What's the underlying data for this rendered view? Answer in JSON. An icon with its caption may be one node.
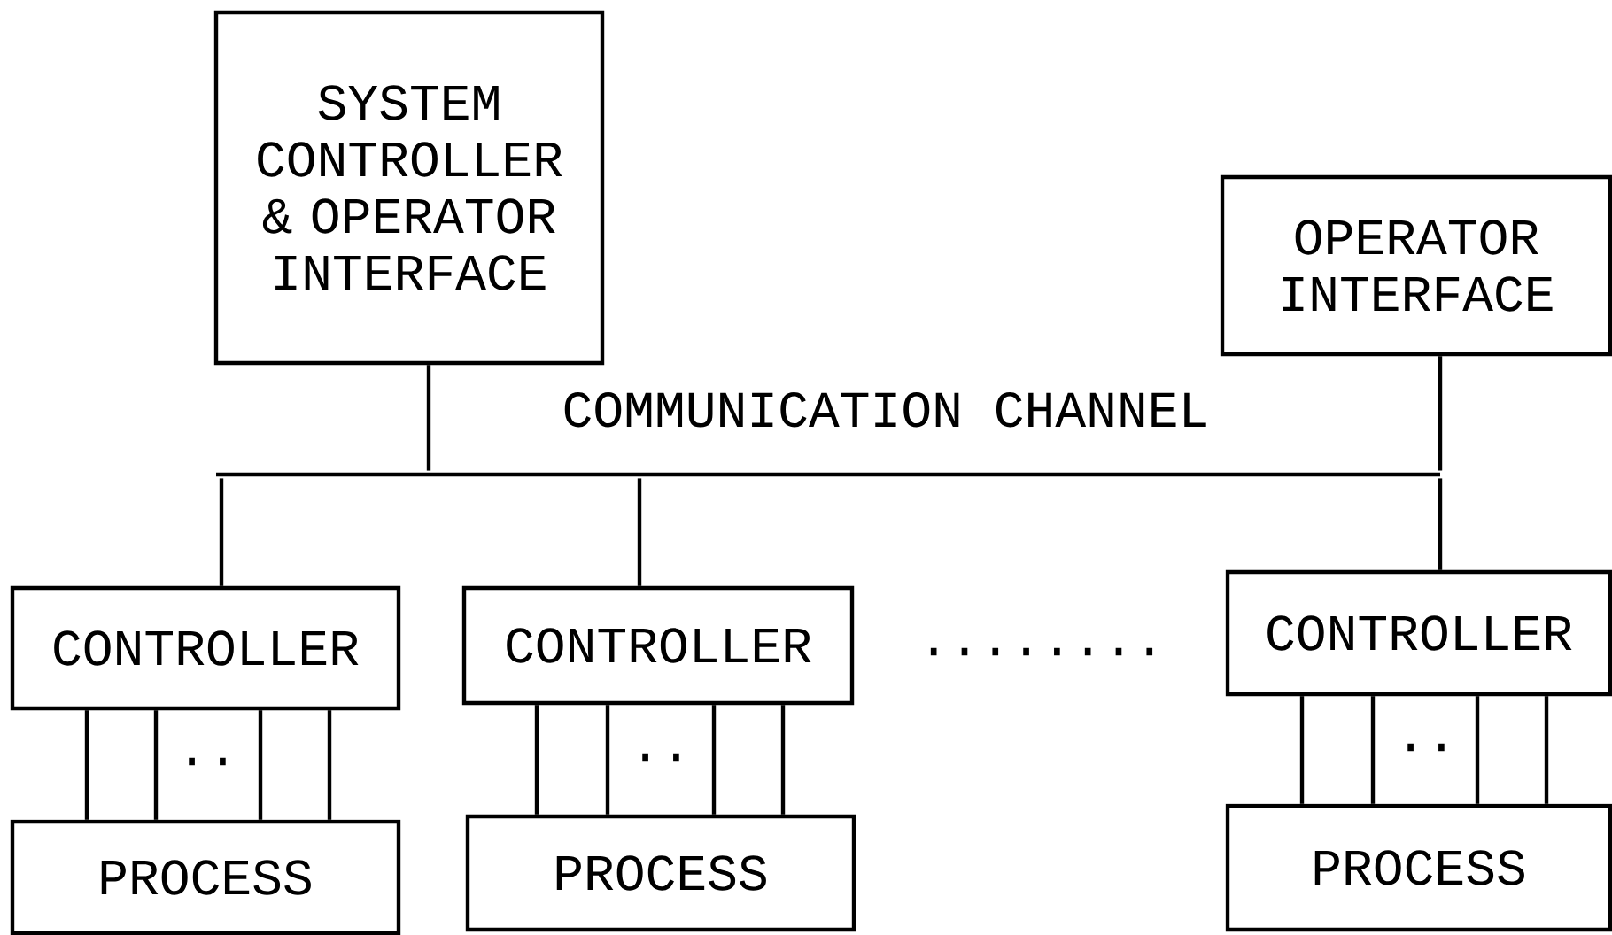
{
  "diagram": {
    "nodes": [
      {
        "text": [
          "SYSTEM CONTROLLER & OPERATOR INTERFACE"
        ]
      },
      {
        "text": [
          "OPERATOR INTERFACE"
        ]
      },
      {
        "text": [
          "COMMUNICATION CHANNEL"
        ]
      },
      {
        "text": [
          "CONTROLLER"
        ]
      },
      {
        "text": [
          "CONTROLLER"
        ]
      },
      {
        "text": [
          "CONTROLLER"
        ]
      },
      {
        "text": [
          "PROCESS"
        ]
      },
      {
        "text": [
          "PROCESS"
        ]
      },
      {
        "text": [
          "PROCESS"
        ]
      }
    ],
    "edges": [
      {
        "from": 0,
        "to": 2,
        "arrow": "none"
      },
      {
        "from": 1,
        "to": 2,
        "arrow": "none"
      },
      {
        "from": 2,
        "to": 3,
        "arrow": "none"
      },
      {
        "from": 2,
        "to": 4,
        "arrow": "none"
      },
      {
        "from": 2,
        "to": 5,
        "arrow": "none"
      },
      {
        "from": 3,
        "to": 6,
        "arrow": "none"
      },
      {
        "from": 3,
        "to": 6,
        "arrow": "none"
      },
      {
        "from": 3,
        "to": 6,
        "arrow": "none"
      },
      {
        "from": 3,
        "to": 6,
        "arrow": "none"
      },
      {
        "from": 4,
        "to": 7,
        "arrow": "none"
      },
      {
        "from": 4,
        "to": 7,
        "arrow": "none"
      },
      {
        "from": 4,
        "to": 7,
        "arrow": "none"
      },
      {
        "from": 4,
        "to": 7,
        "arrow": "none"
      },
      {
        "from": 5,
        "to": 8,
        "arrow": "none"
      },
      {
        "from": 5,
        "to": 8,
        "arrow": "none"
      },
      {
        "from": 5,
        "to": 8,
        "arrow": "none"
      },
      {
        "from": 5,
        "to": 8,
        "arrow": "none"
      }
    ],
    "labels": [
      "..",
      "........",
      "..",
      ".."
    ]
  }
}
